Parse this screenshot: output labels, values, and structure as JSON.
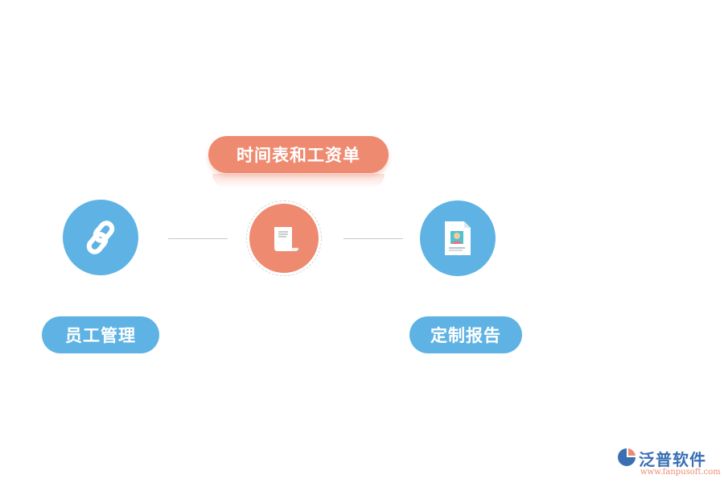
{
  "nodes": {
    "top": {
      "label": "时间表和工资单",
      "icon": "scroll-icon"
    },
    "left": {
      "label": "员工管理",
      "icon": "chain-link-icon"
    },
    "right": {
      "label": "定制报告",
      "icon": "profile-document-icon"
    }
  },
  "colors": {
    "orange": "#ee8a70",
    "blue": "#5fb3e4",
    "connector": "#c9c9c9"
  },
  "logo": {
    "name": "泛普软件",
    "url": "www.fanpusoft.com",
    "icon": "fanpu-logo-icon"
  }
}
